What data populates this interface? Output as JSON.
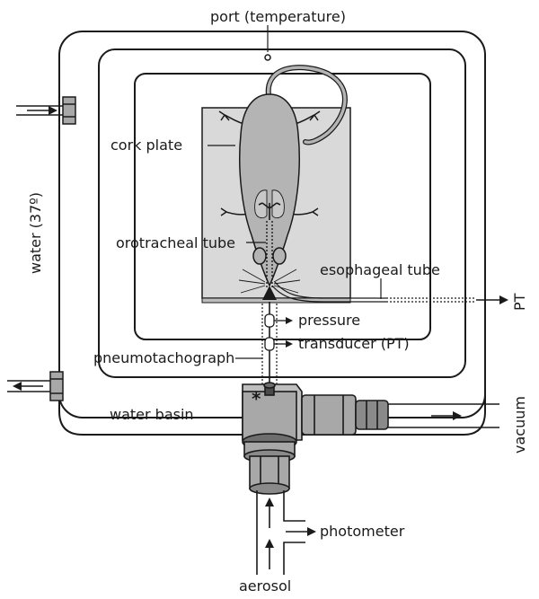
{
  "labels": {
    "port": "port (temperature)",
    "cork_plate": "cork plate",
    "water_temp": "water (37º)",
    "orotracheal_tube": "orotracheal tube",
    "esophageal_tube": "esophageal tube",
    "pt_right": "PT",
    "pressure": "pressure",
    "transducer": "transducer (PT)",
    "pneumotachograph": "pneumotachograph",
    "water_basin": "water basin",
    "asterisk": "*",
    "vacuum": "vacuum",
    "photometer": "photometer",
    "aerosol": "aerosol"
  },
  "colors": {
    "line": "#1a1a1a",
    "cork": "#d9d9d9",
    "animal": "#b4b4b4",
    "metal": "#a8a8a8",
    "metal_dark": "#6e6e6e"
  }
}
